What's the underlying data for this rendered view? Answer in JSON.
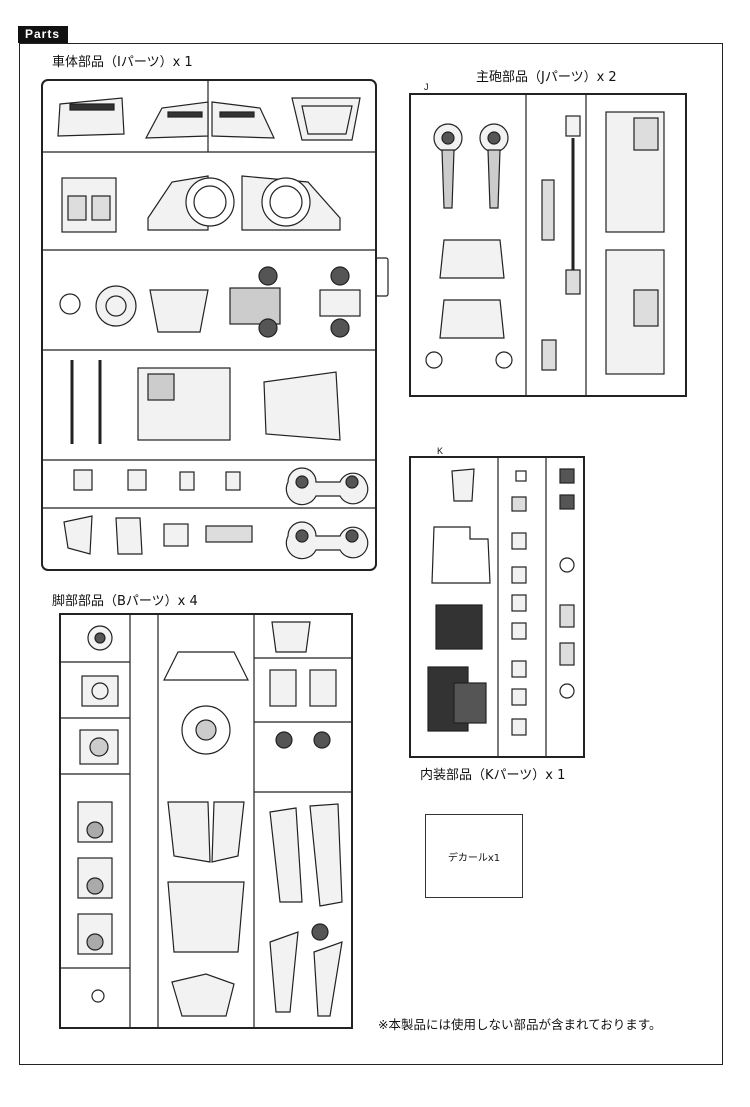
{
  "header": {
    "tag": "Parts"
  },
  "sprues": {
    "i": {
      "label": "車体部品（Iパーツ）x 1"
    },
    "j": {
      "label": "主砲部品（Jパーツ）x 2",
      "letter": "J"
    },
    "k": {
      "label": "内装部品（Kパーツ）x 1",
      "letter": "K"
    },
    "b": {
      "label": "脚部部品（Bパーツ）x 4"
    }
  },
  "decal": {
    "label": "デカールx1"
  },
  "note": "※本製品には使用しない部品が含まれております。"
}
